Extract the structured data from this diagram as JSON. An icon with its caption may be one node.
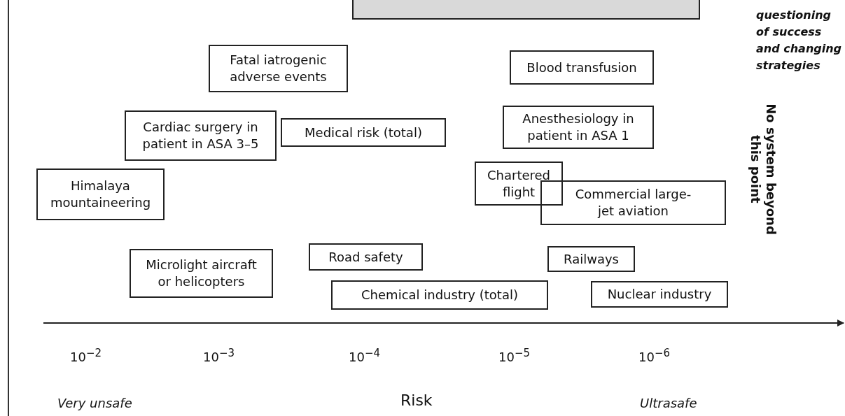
{
  "diagram": {
    "nodes": [
      {
        "text": [],
        "shape": "box"
      },
      {
        "text": [
          "Fatal iatrogenic adverse events"
        ]
      },
      {
        "text": [
          "Blood transfusion"
        ]
      },
      {
        "text": [
          "Cardiac surgery in patient in ASA 3–5"
        ]
      },
      {
        "text": [
          "Medical risk (total)"
        ]
      },
      {
        "text": [
          "Anesthesiology in patient in ASA 1"
        ]
      },
      {
        "text": [
          "Himalaya mountaineering"
        ]
      },
      {
        "text": [
          "Chartered flight"
        ]
      },
      {
        "text": [
          "Commercial large-jet aviation"
        ]
      },
      {
        "text": [
          "Microlight aircraft or helicopters"
        ]
      },
      {
        "text": [
          "Road safety"
        ]
      },
      {
        "text": [
          "Railways"
        ]
      },
      {
        "text": [
          "Chemical industry (total)"
        ]
      },
      {
        "text": [
          "Nuclear industry"
        ]
      }
    ],
    "edges": [],
    "labels": [
      "questioning of success and changing strategies",
      "No system beyond this point",
      "10$^{−2}$",
      "10$^{−3}$",
      "10$^{−4}$",
      "10$^{−5}$",
      "10$^{−6}$",
      "Very unsafe",
      "Risk",
      "Ultrasafe"
    ]
  }
}
